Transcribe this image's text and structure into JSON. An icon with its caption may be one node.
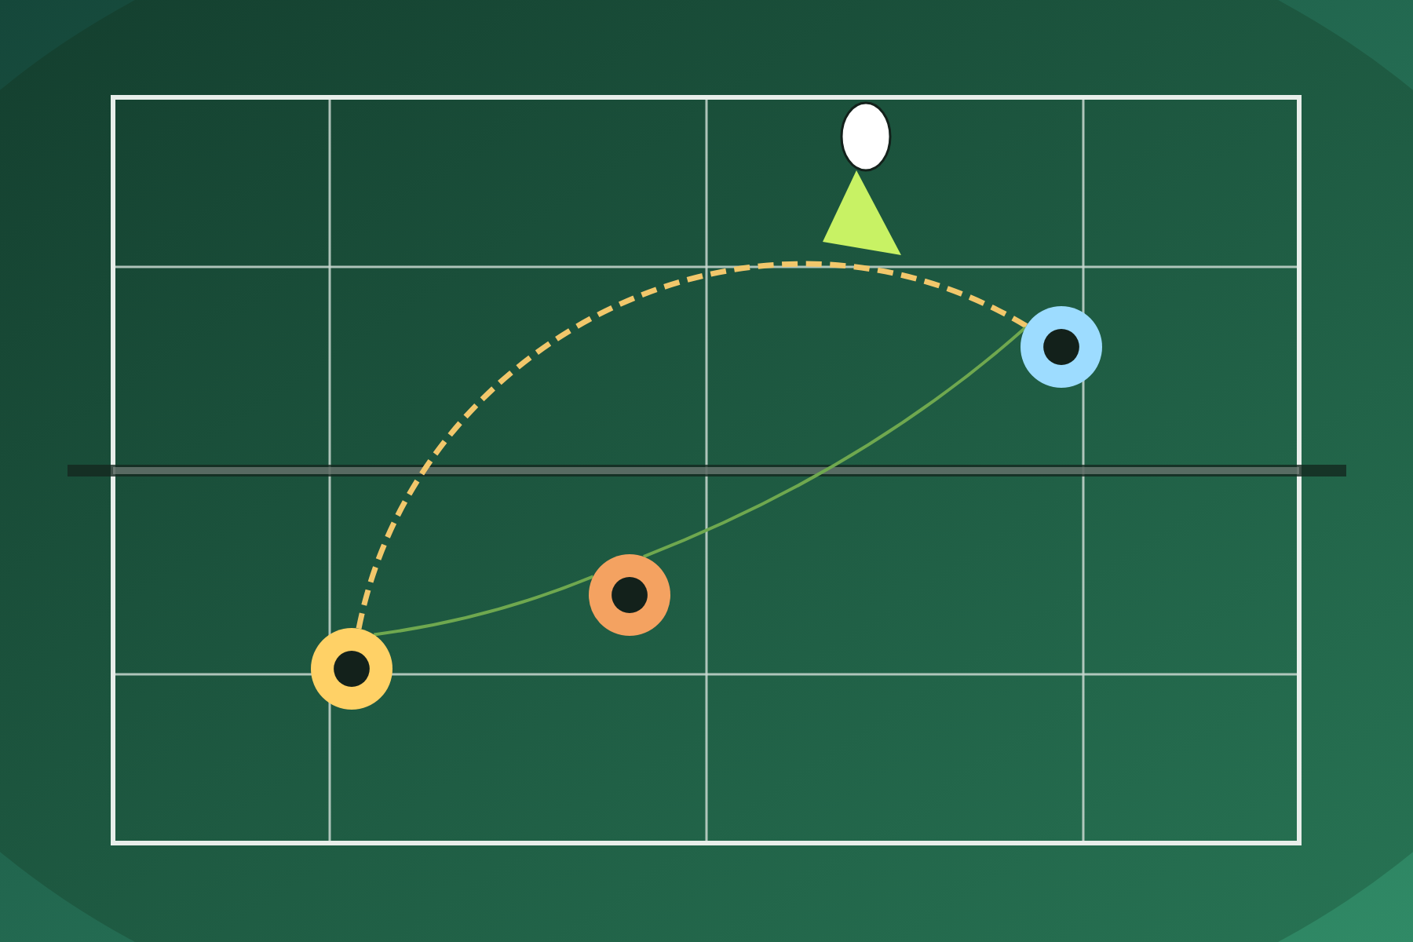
{
  "diagram": {
    "nodes": [
      {
        "text": [],
        "shape": "person"
      },
      {
        "text": [],
        "shape": "circle"
      },
      {
        "text": [],
        "shape": "circle"
      },
      {
        "text": [],
        "shape": "circle"
      }
    ],
    "edges": [
      {
        "from": 3,
        "to": 1,
        "arrow": "none",
        "style": "dashed",
        "color": "#f2c76b"
      },
      {
        "from": 3,
        "to": 2,
        "arrow": "none"
      },
      {
        "from": 2,
        "to": 1,
        "arrow": "none"
      }
    ]
  }
}
